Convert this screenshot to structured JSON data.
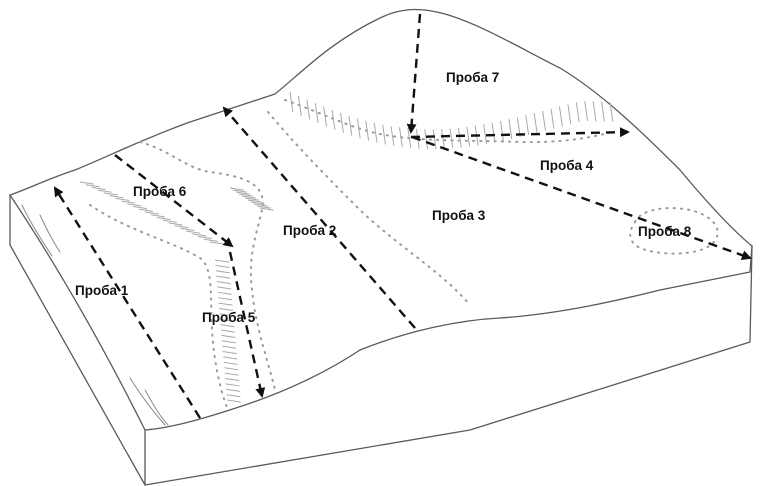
{
  "labels": {
    "p1": "Проба 1",
    "p2": "Проба 2",
    "p3": "Проба 3",
    "p4": "Проба 4",
    "p5": "Проба 5",
    "p6": "Проба 6",
    "p7": "Проба 7",
    "p8": "Проба 8"
  },
  "colors": {
    "outline": "#5a5a5a",
    "arrow": "#111111",
    "hatch": "#a8a8a8",
    "background": "#ffffff"
  }
}
